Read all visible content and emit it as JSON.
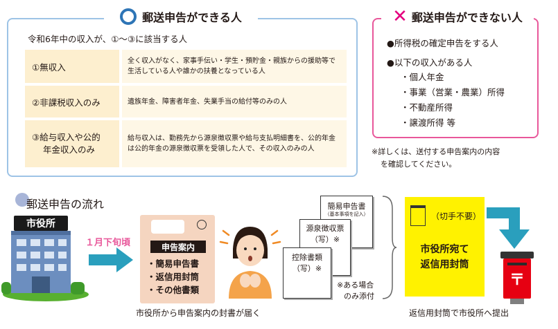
{
  "can_panel": {
    "title": "郵送申告ができる人",
    "intro": "令和6年中の収入が、①～③に該当する人",
    "rows": [
      {
        "label": "①無収入",
        "description": "全く収入がなく、家事手伝い・学生・預貯金・親族からの援助等で生活している人や誰かの扶養となっている人"
      },
      {
        "label": "②非課税収入のみ",
        "description": "遺族年金、障害者年金、失業手当の給付等のみの人"
      },
      {
        "label_line1": "③給与収入や公的",
        "label_line2": "年金収入のみ",
        "description": "給与収入は、勤務先から源泉徴収票や給与支払明細書を、公的年金は公的年金の源泉徴収票を受領した人で、その収入のみの人"
      }
    ]
  },
  "cannot_panel": {
    "title": "郵送申告ができない人",
    "bullets": [
      "●所得税の確定申告をする人",
      "●以下の収入がある人"
    ],
    "sub_items": [
      "・個人年金",
      "・事業（営業・農業）所得",
      "・不動産所得",
      "・譲渡所得 等"
    ],
    "note_line1": "※詳しくは、送付する申告案内の内容",
    "note_line2": "を確認してください。"
  },
  "flow": {
    "title": "郵送申告の流れ",
    "city_hall_sign": "市役所",
    "date_label": "１月下旬頃",
    "envelope": {
      "label": "申告案内",
      "items": [
        "・簡易申告書",
        "・返信用封筒",
        "・その他書類"
      ]
    },
    "caption_left": "市役所から申告案内の封書が届く",
    "docs": {
      "simple_title": "簡易申告書",
      "simple_sub": "（基本事項を記入）",
      "withholding_line1": "源泉徴収票",
      "withholding_line2": "（写）※",
      "deduction_line1": "控除書類",
      "deduction_line2": "（写）※",
      "note_line1": "※ある場合",
      "note_line2": "のみ添付"
    },
    "return_envelope": {
      "note": "（切手不要）",
      "line1": "市役所宛て",
      "line2": "返信用封筒"
    },
    "caption_right": "返信用封筒で市役所へ提出",
    "postbox_mark": "〒"
  },
  "colors": {
    "can_border": "#9dc3e6",
    "cannot_border": "#e8579a",
    "arrow": "#2a9fbd",
    "label_bg": "#fdefcf",
    "desc_bg": "#fef7e6",
    "return_envelope": "#fff200"
  }
}
